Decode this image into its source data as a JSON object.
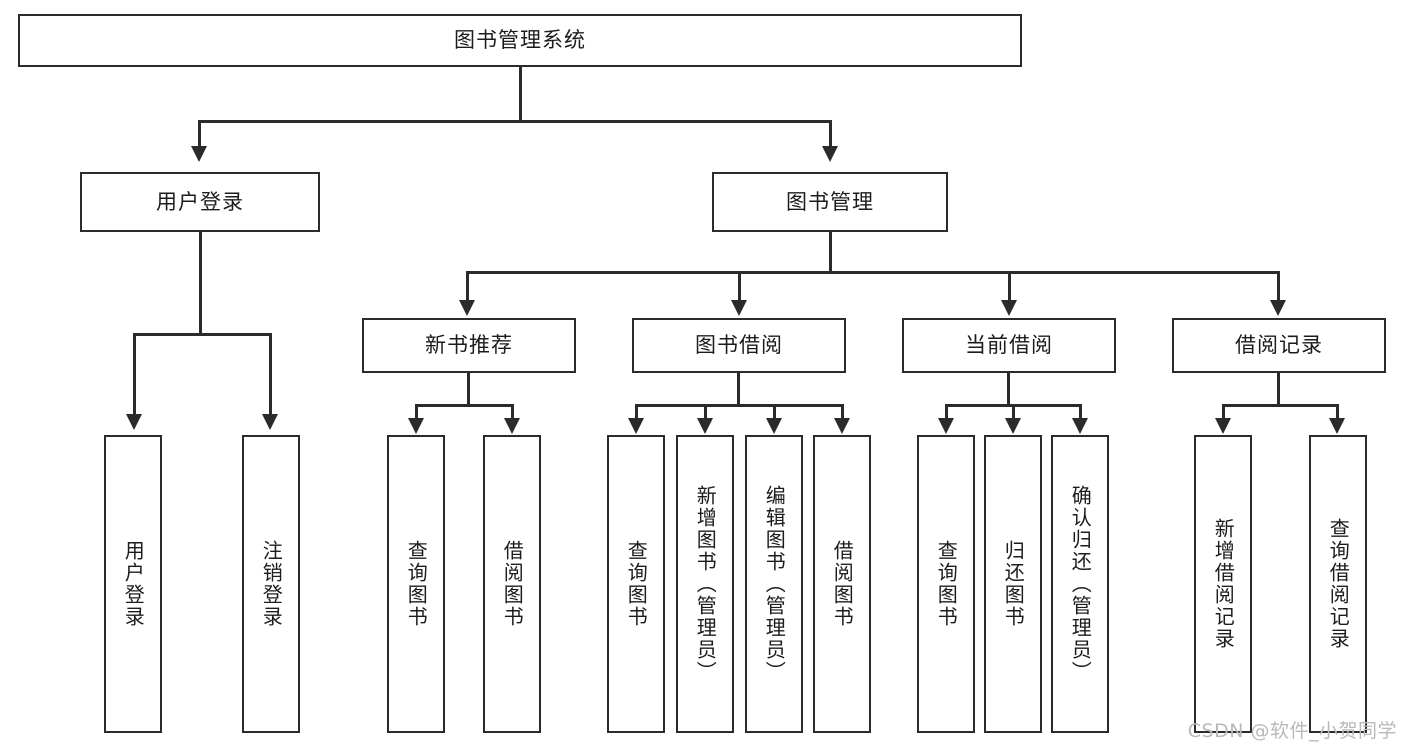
{
  "diagram": {
    "title": "图书管理系统",
    "type": "tree",
    "root": {
      "label": "图书管理系统"
    },
    "level2": [
      {
        "label": "用户登录"
      },
      {
        "label": "图书管理"
      }
    ],
    "level3": [
      {
        "label": "新书推荐"
      },
      {
        "label": "图书借阅"
      },
      {
        "label": "当前借阅"
      },
      {
        "label": "借阅记录"
      }
    ],
    "leaves": {
      "user_login": [
        {
          "label": "用户登录"
        },
        {
          "label": "注销登录"
        }
      ],
      "new_book_recommend": [
        {
          "label": "查询图书"
        },
        {
          "label": "借阅图书"
        }
      ],
      "book_borrow": [
        {
          "label": "查询图书"
        },
        {
          "label": "新增图书（管理员）"
        },
        {
          "label": "编辑图书（管理员）"
        },
        {
          "label": "借阅图书"
        }
      ],
      "current_borrow": [
        {
          "label": "查询图书"
        },
        {
          "label": "归还图书"
        },
        {
          "label": "确认归还（管理员）"
        }
      ],
      "borrow_record": [
        {
          "label": "新增借阅记录"
        },
        {
          "label": "查询借阅记录"
        }
      ]
    }
  },
  "watermark": {
    "text": "CSDN @软件_小贺同学"
  },
  "colors": {
    "box_border": "#2b2b2b",
    "connector": "#2b2b2b",
    "background": "#ffffff",
    "text": "#1c1c1c",
    "watermark": "#b9b9b9"
  }
}
